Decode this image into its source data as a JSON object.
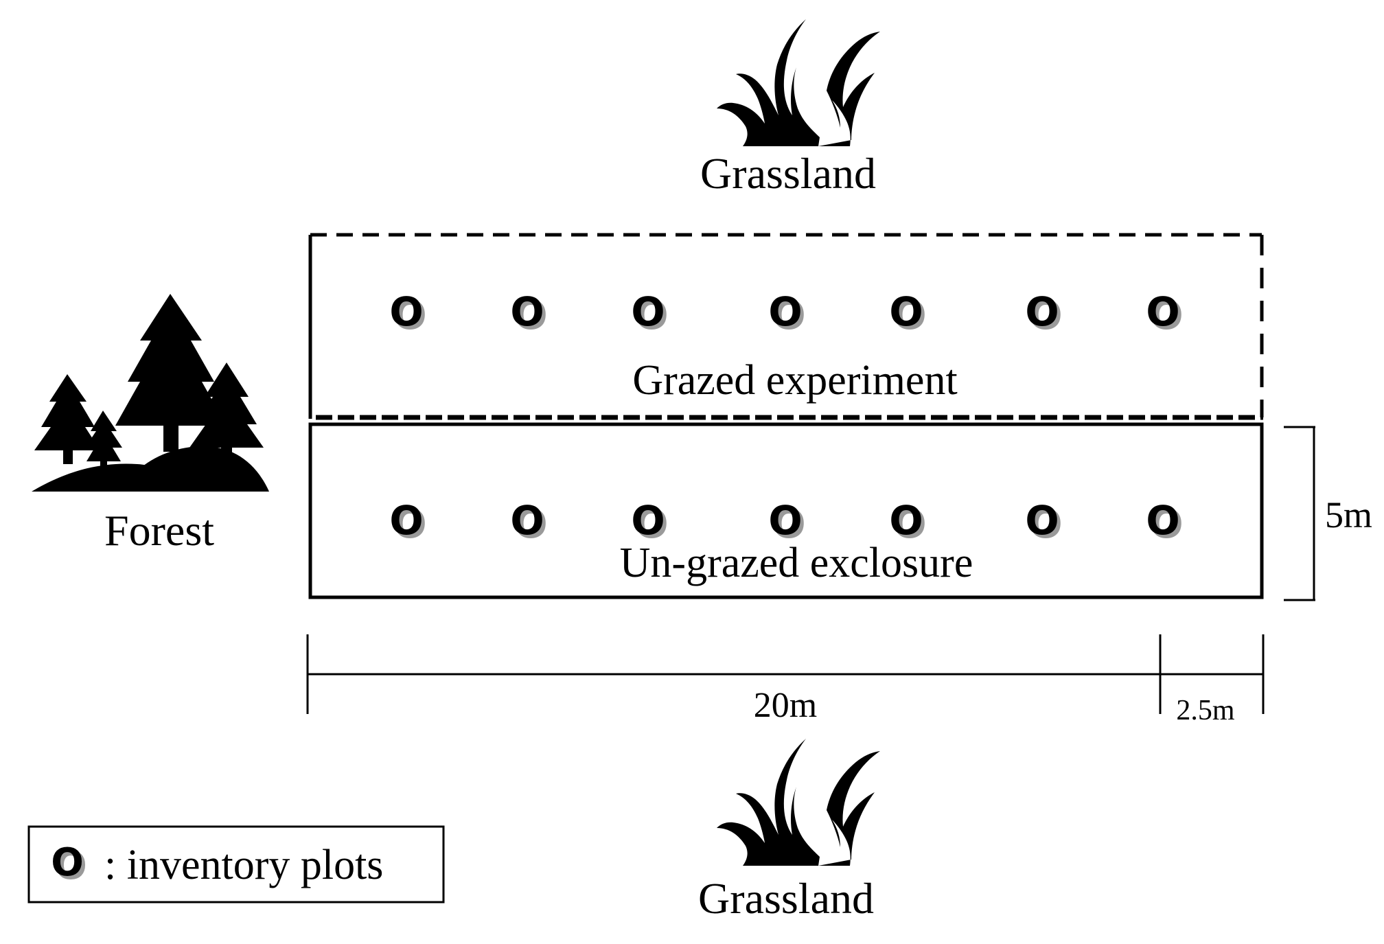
{
  "labels": {
    "grassland_top": "Grassland",
    "grassland_bottom": "Grassland",
    "forest": "Forest",
    "grazed": "Grazed experiment",
    "ungrazed": "Un-grazed exclosure",
    "dim_width": "20m",
    "dim_buffer": "2.5m",
    "dim_height": "5m"
  },
  "plot_marker": "O",
  "plots": {
    "grazed_count": 7,
    "ungrazed_count": 7
  },
  "legend": {
    "marker": "O",
    "text": ": inventory plots"
  },
  "icons": {
    "grass": "grass-icon",
    "forest": "forest-icon"
  },
  "colors": {
    "ink": "#000000",
    "shadow": "#9a9a9a",
    "background": "#ffffff"
  }
}
